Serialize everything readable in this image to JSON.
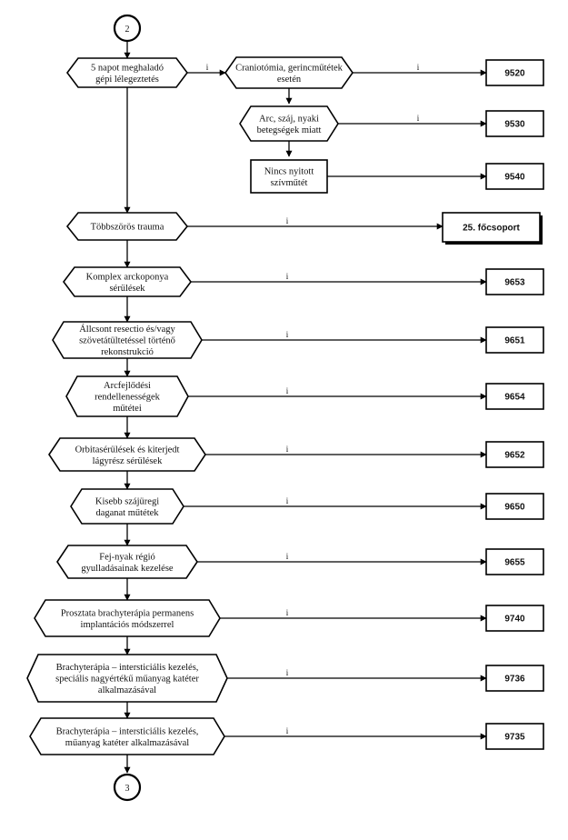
{
  "connectors": {
    "top": "2",
    "bottom": "3"
  },
  "yes_mark": "i",
  "nodes": {
    "gepi": [
      "5 napot meghaladó",
      "gépi lélegeztetés"
    ],
    "cranio": [
      "Craniotómia, gerincműtétek",
      "esetén"
    ],
    "arc": [
      "Arc, száj, nyaki",
      "betegségek miatt"
    ],
    "nincs": [
      "Nincs nyitott",
      "szívműtét"
    ],
    "tobbs": [
      "Többszörös trauma"
    ],
    "komplex": [
      "Komplex arckoponya",
      "sérülések"
    ],
    "allcsont": [
      "Állcsont resectio és/vagy",
      "szövetátültetéssel történő",
      "rekonstrukció"
    ],
    "arcfejl": [
      "Arcfejlődési",
      "rendellenességek",
      "műtétei"
    ],
    "orbita": [
      "Orbitasérülések és kiterjedt",
      "lágyrész sérülések"
    ],
    "kisebb": [
      "Kisebb szájüregi",
      "daganat műtétek"
    ],
    "fejnyak": [
      "Fej-nyak régió",
      "gyulladásainak kezelése"
    ],
    "prosztata": [
      "Prosztata brachyterápia permanens",
      "implantációs módszerrel"
    ],
    "brachy1": [
      "Brachyterápia – intersticiális kezelés,",
      "speciális nagyértékű műanyag katéter",
      "alkalmazásával"
    ],
    "brachy2": [
      "Brachyterápia – intersticiális kezelés,",
      "műanyag katéter alkalmazásával"
    ]
  },
  "outcomes": {
    "o9520": "9520",
    "o9530": "9530",
    "o9540": "9540",
    "o25": "25. főcsoport",
    "o9653": "9653",
    "o9651": "9651",
    "o9654": "9654",
    "o9652": "9652",
    "o9650": "9650",
    "o9655": "9655",
    "o9740": "9740",
    "o9736": "9736",
    "o9735": "9735"
  }
}
